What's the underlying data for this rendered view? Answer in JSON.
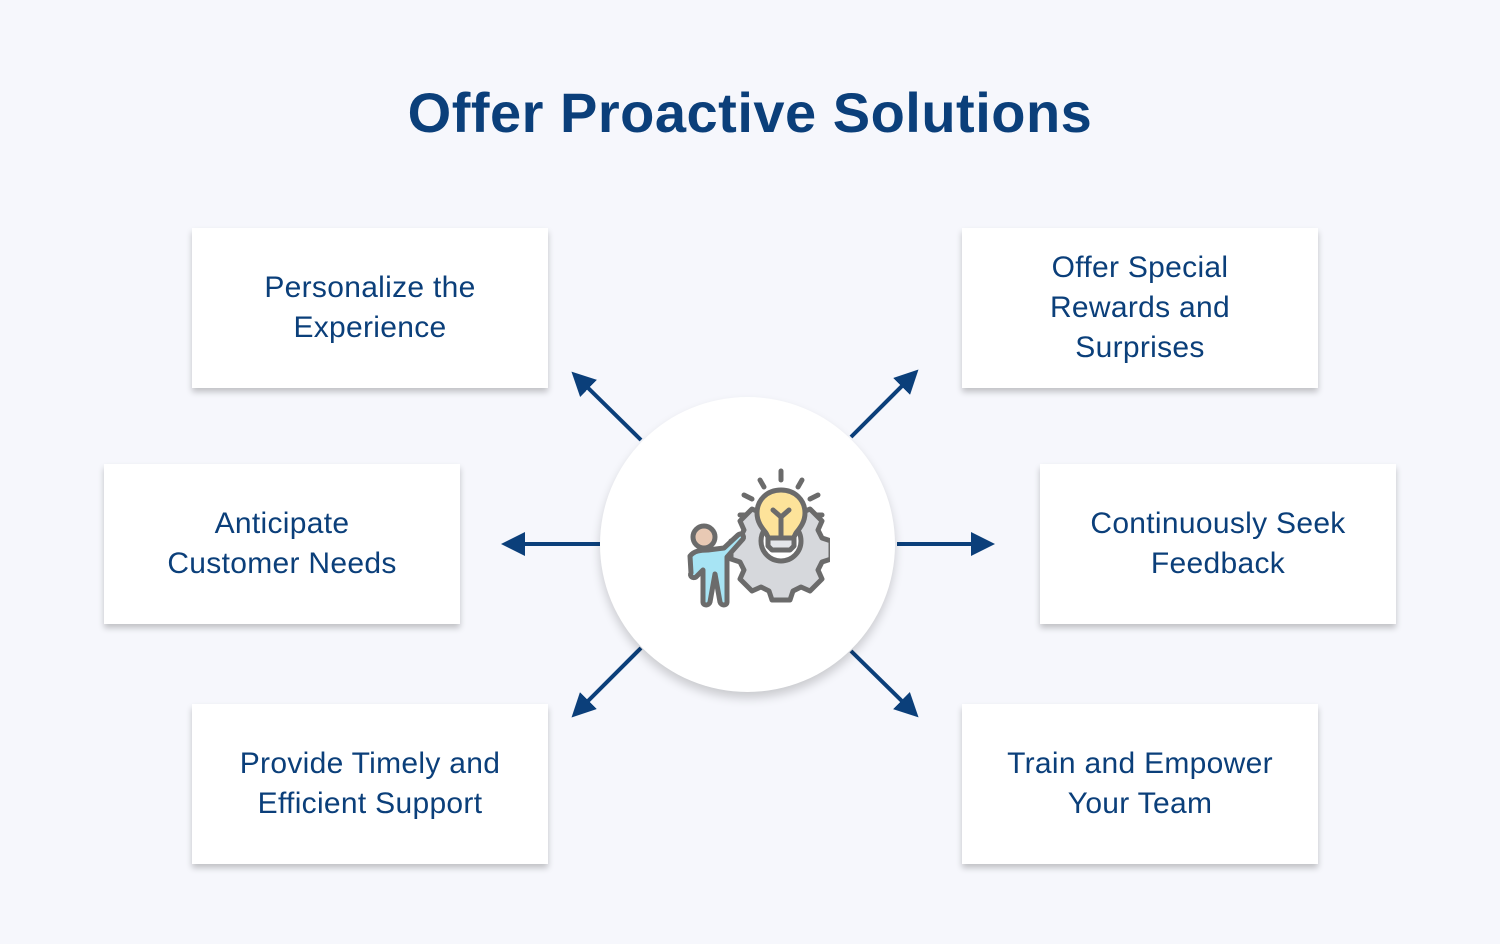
{
  "title": "Offer Proactive Solutions",
  "colors": {
    "accent": "#0b3f7a",
    "background": "#f6f7fc",
    "box": "#ffffff"
  },
  "center": {
    "icon": "person-idea-gear-icon"
  },
  "items": [
    {
      "label": "Personalize the\nExperience",
      "position": "top-left"
    },
    {
      "label": "Offer Special\nRewards and\nSurprises",
      "position": "top-right"
    },
    {
      "label": "Anticipate\nCustomer Needs",
      "position": "middle-left"
    },
    {
      "label": "Continuously Seek\nFeedback",
      "position": "middle-right"
    },
    {
      "label": "Provide Timely and\nEfficient Support",
      "position": "bottom-left"
    },
    {
      "label": "Train and Empower\nYour Team",
      "position": "bottom-right"
    }
  ]
}
